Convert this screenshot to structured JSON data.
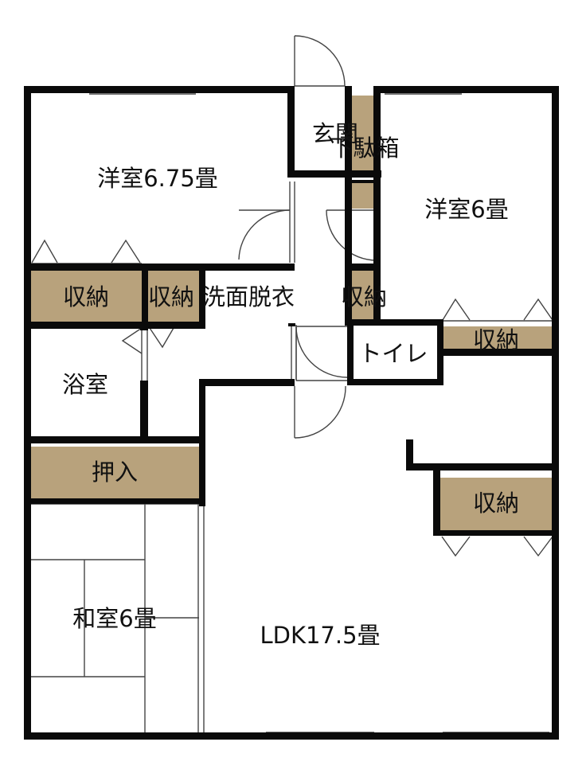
{
  "colors": {
    "wall": "#0a0a0a",
    "storage": "#b8a27c",
    "background": "#ffffff",
    "line": "#444444"
  },
  "rooms": {
    "western_room_1": "洋室6.75畳",
    "western_room_2": "洋室6畳",
    "entrance": "玄関",
    "shoe_box": "下駄箱",
    "storage_1": "収納",
    "storage_2": "収納",
    "storage_3": "収納",
    "storage_4": "収納",
    "storage_5": "収納",
    "dressing_room": "洗面脱衣",
    "bathroom": "浴室",
    "toilet": "トイレ",
    "closet": "押入",
    "japanese_room": "和室6畳",
    "ldk": "LDK17.5畳"
  }
}
